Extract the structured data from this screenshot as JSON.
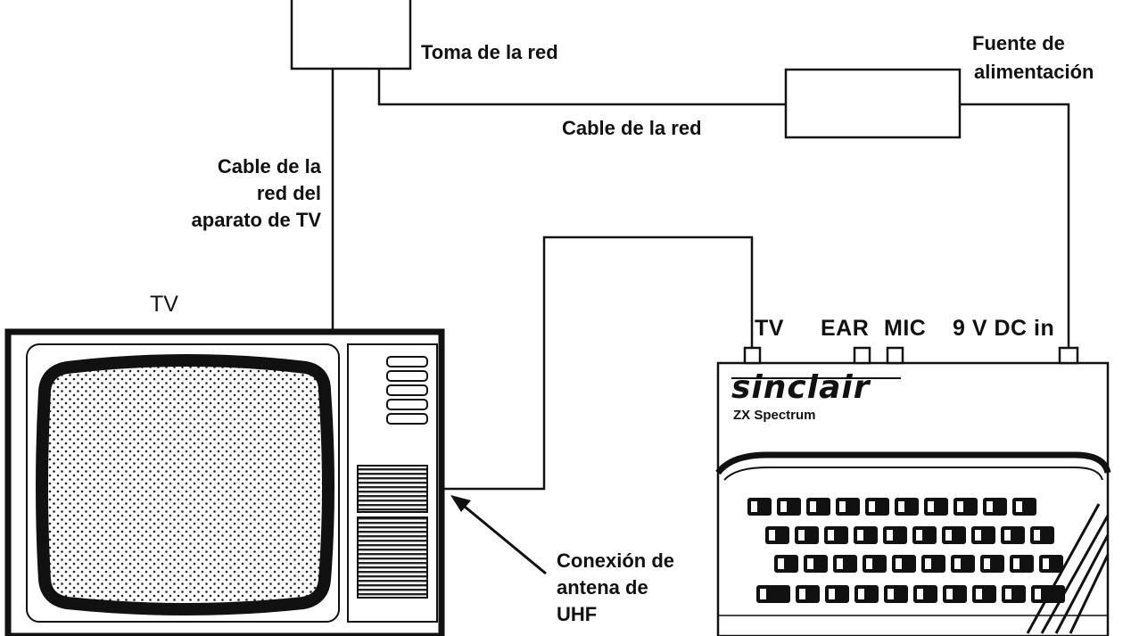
{
  "labels": {
    "wall_socket": "Toma de la red",
    "power_supply_line1": "Fuente de",
    "power_supply_line2": "alimentación",
    "mains_cable": "Cable de la red",
    "tv_mains_line1": "Cable de la",
    "tv_mains_line2": "red del",
    "tv_mains_line3": "aparato de TV",
    "tv": "TV",
    "antenna_line1": "Conexión de",
    "antenna_line2": "antena de",
    "antenna_line3": "UHF"
  },
  "computer": {
    "brand": "sinclair",
    "model": "ZX Spectrum",
    "ports": {
      "tv": "TV",
      "ear": "EAR",
      "mic": "MIC",
      "power": "9 V DC in"
    }
  }
}
